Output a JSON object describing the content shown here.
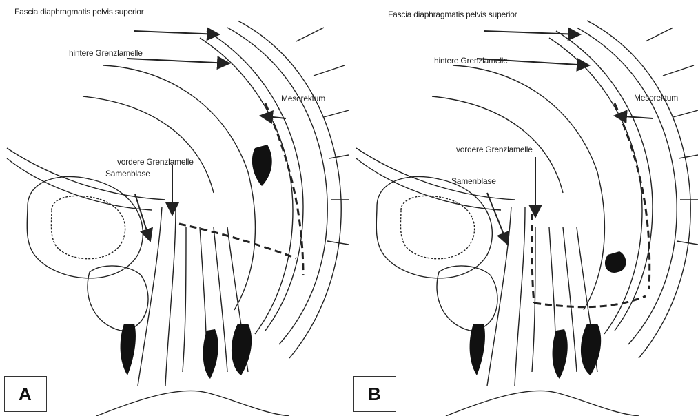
{
  "colors": {
    "line": "#222222",
    "fill": "#111111",
    "background": "#ffffff"
  },
  "panels": [
    {
      "letter": "A",
      "labels": {
        "fascia": "Fascia diaphragmatis pelvis superior",
        "hintere": "hintere Grenzlamelle",
        "mesorektum": "Mesorektum",
        "vordere": "vordere Grenzlamelle",
        "samenblase": "Samenblase"
      }
    },
    {
      "letter": "B",
      "labels": {
        "fascia": "Fascia diaphragmatis pelvis superior",
        "hintere": "hintere Grenzlamelle",
        "mesorektum": "Mesorektum",
        "vordere": "vordere Grenzlamelle",
        "samenblase": "Samenblase"
      }
    }
  ]
}
